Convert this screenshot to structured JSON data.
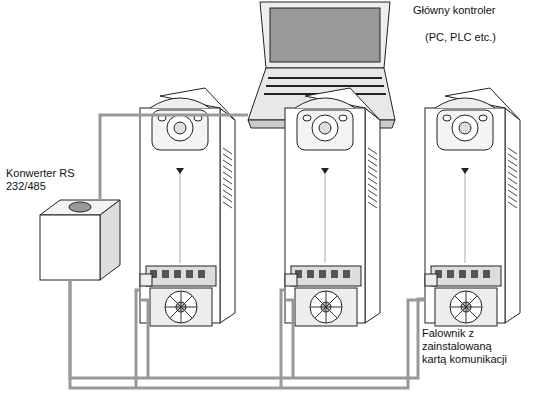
{
  "diagram": {
    "nodes": [
      {
        "text": [
          "Główny kontroler",
          "(PC, PLC etc.)"
        ]
      },
      {
        "text": [
          "Konwerter RS 232/485"
        ]
      },
      {
        "text": [
          "Falownik z zainstalowaną kartą komunikacji"
        ]
      }
    ],
    "edges": [
      {
        "from": 0,
        "to": 1,
        "arrow": "none"
      },
      {
        "from": 1,
        "to": 2,
        "arrow": "none"
      }
    ]
  }
}
